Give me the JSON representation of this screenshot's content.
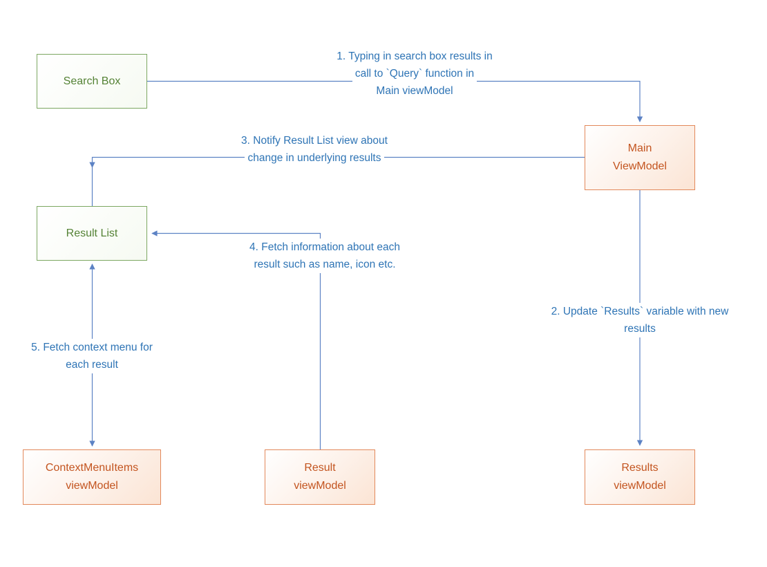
{
  "diagram": {
    "nodes": [
      {
        "id": "search-box",
        "style": "green",
        "lines": [
          "Search Box"
        ]
      },
      {
        "id": "main-viewmodel",
        "style": "orange",
        "lines": [
          "Main",
          "ViewModel"
        ]
      },
      {
        "id": "result-list",
        "style": "green",
        "lines": [
          "Result List"
        ]
      },
      {
        "id": "contextmenuitems-viewmodel",
        "style": "orange",
        "lines": [
          "ContextMenuItems",
          "viewModel"
        ]
      },
      {
        "id": "result-viewmodel",
        "style": "orange",
        "lines": [
          "Result",
          "viewModel"
        ]
      },
      {
        "id": "results-viewmodel",
        "style": "orange",
        "lines": [
          "Results",
          "viewModel"
        ]
      }
    ],
    "edges": [
      {
        "from": "Search Box",
        "to": "Main ViewModel",
        "bidirectional": false,
        "lines": [
          "1. Typing in search box results in",
          "call to `Query` function in",
          "Main viewModel"
        ]
      },
      {
        "from": "Main ViewModel",
        "to": "Results viewModel",
        "bidirectional": false,
        "lines": [
          "2. Update `Results` variable with new",
          "results"
        ]
      },
      {
        "from": "Main ViewModel",
        "to": "Result List",
        "bidirectional": false,
        "lines": [
          "3. Notify Result List view about",
          "change in underlying results"
        ]
      },
      {
        "from": "Result viewModel",
        "to": "Result List",
        "bidirectional": false,
        "lines": [
          "4. Fetch information about each",
          "result such as name, icon etc."
        ]
      },
      {
        "from": "Result List",
        "to": "ContextMenuItems viewModel",
        "bidirectional": true,
        "lines": [
          "5. Fetch context menu for",
          "each result"
        ]
      }
    ],
    "colors": {
      "green_border": "#7CA761",
      "green_text": "#548235",
      "orange_border": "#E2885A",
      "orange_text": "#C3541F",
      "arrow": "#5C82C4",
      "label_text": "#2E74B5",
      "background": "#FFFFFF"
    }
  }
}
